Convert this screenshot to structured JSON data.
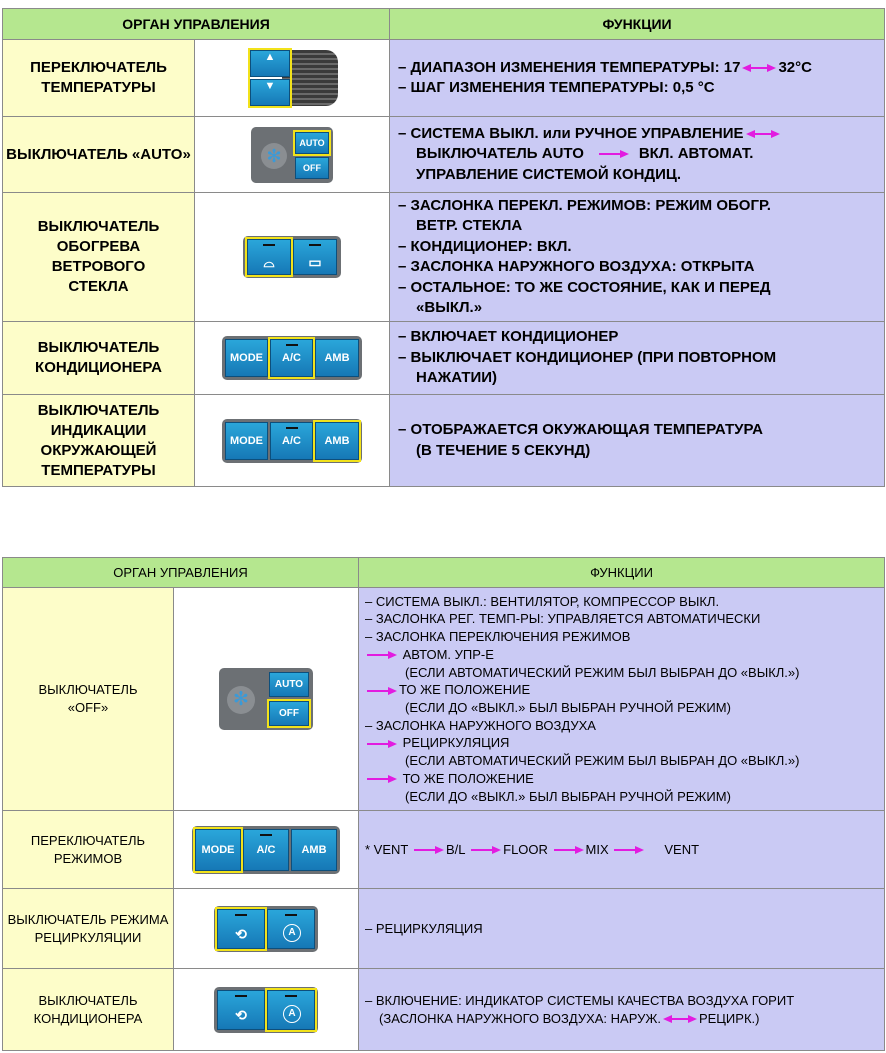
{
  "table1": {
    "header": {
      "control": "ОРГАН УПРАВЛЕНИЯ",
      "functions": "ФУНКЦИИ"
    },
    "rows": [
      {
        "control": "ПЕРЕКЛЮЧАТЕЛЬ ТЕМПЕРАТУРЫ",
        "functions": {
          "l1a": "– ДИАПАЗОН ИЗМЕНЕНИЯ ТЕМПЕРАТУРЫ: 17",
          "l1b": "32°C",
          "l2": "– ШАГ ИЗМЕНЕНИЯ ТЕМПЕРАТУРЫ: 0,5 °C"
        }
      },
      {
        "control": "ВЫКЛЮЧАТЕЛЬ «AUTO»",
        "buttons": {
          "auto": "AUTO",
          "off": "OFF"
        },
        "functions": {
          "l1": "– СИСТЕМА ВЫКЛ. или РУЧНОЕ УПРАВЛЕНИЕ",
          "l2a": "ВЫКЛЮЧАТЕЛЬ AUTO",
          "l2b": "ВКЛ. АВТОМАТ.",
          "l3": "УПРАВЛЕНИЕ СИСТЕМОЙ КОНДИЦ."
        }
      },
      {
        "control": "ВЫКЛЮЧАТЕЛЬ ОБОГРЕВА ВЕТРОВОГО СТЕКЛА",
        "functions": {
          "l1": "– ЗАСЛОНКА ПЕРЕКЛ. РЕЖИМОВ: РЕЖИМ ОБОГР.",
          "l2": "ВЕТР. СТЕКЛА",
          "l3": "– КОНДИЦИОНЕР: ВКЛ.",
          "l4": "– ЗАСЛОНКА НАРУЖНОГО ВОЗДУХА: ОТКРЫТА",
          "l5": "– ОСТАЛЬНОЕ: ТО ЖЕ СОСТОЯНИЕ, КАК И ПЕРЕД",
          "l6": "«ВЫКЛ.»"
        }
      },
      {
        "control": "ВЫКЛЮЧАТЕЛЬ КОНДИЦИОНЕРА",
        "buttons": {
          "mode": "MODE",
          "ac": "A/C",
          "amb": "AMB"
        },
        "functions": {
          "l1": "– ВКЛЮЧАЕТ КОНДИЦИОНЕР",
          "l2": "– ВЫКЛЮЧАЕТ КОНДИЦИОНЕР (ПРИ ПОВТОРНОМ",
          "l3": "НАЖАТИИ)"
        }
      },
      {
        "control": "ВЫКЛЮЧАТЕЛЬ ИНДИКАЦИИ ОКРУЖАЮЩЕЙ ТЕМПЕРАТУРЫ",
        "buttons": {
          "mode": "MODE",
          "ac": "A/C",
          "amb": "AMB"
        },
        "functions": {
          "l1": "– ОТОБРАЖАЕТСЯ ОКУЖАЮЩАЯ ТЕМПЕРАТУРА",
          "l2": "(В ТЕЧЕНИЕ 5 СЕКУНД)"
        }
      }
    ]
  },
  "table2": {
    "header": {
      "control": "ОРГАН УПРАВЛЕНИЯ",
      "functions": "ФУНКЦИИ"
    },
    "rows": [
      {
        "control": "ВЫКЛЮЧАТЕЛЬ «OFF»",
        "buttons": {
          "auto": "AUTO",
          "off": "OFF"
        },
        "functions": {
          "l1": "–  СИСТЕМА ВЫКЛ.: ВЕНТИЛЯТОР, КОМПРЕССОР ВЫКЛ.",
          "l2": "–  ЗАСЛОНКА РЕГ. ТЕМП-РЫ: УПРАВЛЯЕТСЯ АВТОМАТИЧЕСКИ",
          "l3": "–  ЗАСЛОНКА ПЕРЕКЛЮЧЕНИЯ РЕЖИМОВ",
          "l4": "АВТОМ. УПР-Е",
          "l5": "(ЕСЛИ АВТОМАТИЧЕСКИЙ РЕЖИМ БЫЛ ВЫБРАН ДО «ВЫКЛ.»)",
          "l6": "ТО ЖЕ ПОЛОЖЕНИЕ",
          "l7": "(ЕСЛИ ДО «ВЫКЛ.» БЫЛ ВЫБРАН РУЧНОЙ РЕЖИМ)",
          "l8": "–  ЗАСЛОНКА НАРУЖНОГО ВОЗДУХА",
          "l9": "РЕЦИРКУЛЯЦИЯ",
          "l10": "(ЕСЛИ АВТОМАТИЧЕСКИЙ РЕЖИМ БЫЛ ВЫБРАН ДО «ВЫКЛ.»)",
          "l11": "ТО ЖЕ ПОЛОЖЕНИЕ",
          "l12": "(ЕСЛИ ДО «ВЫКЛ.» БЫЛ ВЫБРАН РУЧНОЙ РЕЖИМ)"
        }
      },
      {
        "control": "ПЕРЕКЛЮЧАТЕЛЬ РЕЖИМОВ",
        "buttons": {
          "mode": "MODE",
          "ac": "A/C",
          "amb": "AMB"
        },
        "functions": {
          "s1": "* VENT",
          "s2": "B/L",
          "s3": "FLOOR",
          "s4": "MIX",
          "s5": "VENT"
        }
      },
      {
        "control": "ВЫКЛЮЧАТЕЛЬ РЕЖИМА РЕЦИРКУЛЯЦИИ",
        "buttons": {
          "a": "A"
        },
        "functions": {
          "l1": "–  РЕЦИРКУЛЯЦИЯ"
        }
      },
      {
        "control": "ВЫКЛЮЧАТЕЛЬ КОНДИЦИОНЕРА",
        "buttons": {
          "a": "A"
        },
        "functions": {
          "l1": "–  ВКЛЮЧЕНИЕ: ИНДИКАТОР СИСТЕМЫ КАЧЕСТВА ВОЗДУХА ГОРИТ",
          "l2a": "(ЗАСЛОНКА НАРУЖНОГО ВОЗДУХА: НАРУЖ.",
          "l2b": "РЕЦИРК.)"
        }
      }
    ]
  },
  "colors": {
    "header": "#b5e78f",
    "control": "#fdfdc9",
    "functions": "#cacaf4",
    "arrow": "#e21ce0",
    "selection": "#f2e21a",
    "button": "#1e8fc9"
  },
  "icons": [
    "arrow-up-icon",
    "arrow-down-icon",
    "fan-icon",
    "windshield-defrost-icon",
    "rear-defrost-icon",
    "recirculation-icon",
    "auto-air-icon",
    "magenta-arrow-icon"
  ]
}
